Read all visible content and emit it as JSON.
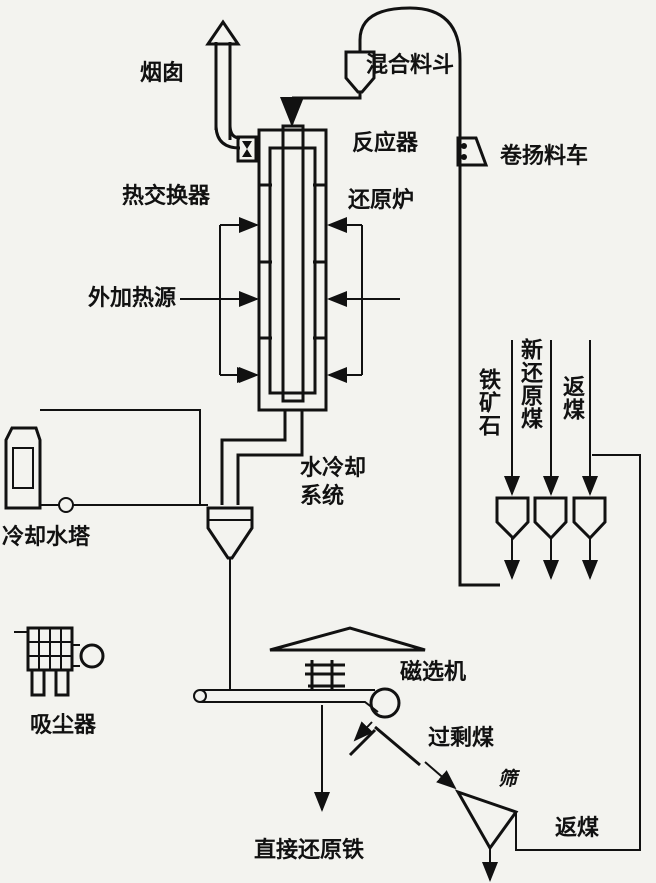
{
  "labels": {
    "mixing_hopper": "混合料斗",
    "chimney": "烟囱",
    "reactor": "反应器",
    "skip_car": "卷扬料车",
    "heat_exchanger": "热交换器",
    "reduction_furnace": "还原炉",
    "external_heat": "外加热源",
    "iron_ore": "铁矿石",
    "new_coal": "新还原煤",
    "return_coal_in": "返煤",
    "water_cooling": "水冷却\n系统",
    "cooling_tower": "冷却水塔",
    "dust_collector": "吸尘器",
    "magnetic_separator": "磁选机",
    "excess_coal": "过剩煤",
    "screen": "筛",
    "return_coal": "返煤",
    "dri": "直接还原铁"
  }
}
